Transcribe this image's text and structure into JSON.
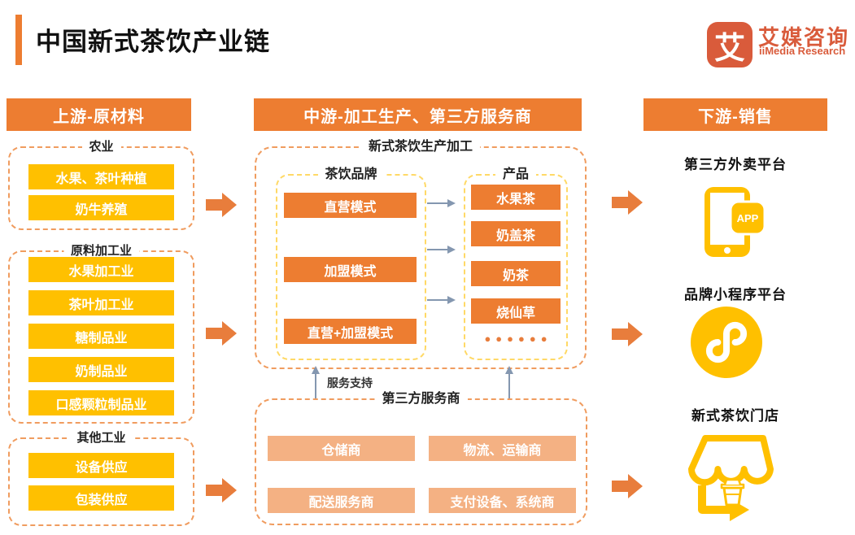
{
  "page": {
    "title": "中国新式茶饮产业链"
  },
  "logo": {
    "badge": "艾",
    "name_cn": "艾媒咨询",
    "name_en": "iiMedia Research"
  },
  "upstream": {
    "header": "上游-原材料",
    "groups": [
      {
        "label": "农业",
        "items": [
          "水果、茶叶种植",
          "奶牛养殖"
        ]
      },
      {
        "label": "原料加工业",
        "items": [
          "水果加工业",
          "茶叶加工业",
          "糖制品业",
          "奶制品业",
          "口感颗粒制品业"
        ]
      },
      {
        "label": "其他工业",
        "items": [
          "设备供应",
          "包装供应"
        ]
      }
    ]
  },
  "midstream": {
    "header": "中游-加工生产、第三方服务商",
    "production": {
      "label": "新式茶饮生产加工",
      "brands": {
        "label": "茶饮品牌",
        "items": [
          "直营模式",
          "加盟模式",
          "直营+加盟模式"
        ]
      },
      "products": {
        "label": "产品",
        "items": [
          "水果茶",
          "奶盖茶",
          "奶茶",
          "烧仙草"
        ],
        "more_dots": "●●●●●●"
      }
    },
    "service_support": "服务支持",
    "third_party": {
      "label": "第三方服务商",
      "items": [
        "仓储商",
        "物流、运输商",
        "配送服务商",
        "支付设备、系统商"
      ]
    }
  },
  "downstream": {
    "header": "下游-销售",
    "channels": [
      {
        "label": "第三方外卖平台",
        "badge": "APP"
      },
      {
        "label": "品牌小程序平台"
      },
      {
        "label": "新式茶饮门店"
      }
    ]
  },
  "colors": {
    "orange": "#ED7D31",
    "yellow": "#FFC000",
    "salmon": "#F4B183",
    "dash_orange": "#F09C5F",
    "dash_yellow": "#FFD966",
    "flow_gray": "#8497B0",
    "brand_red": "#D95B3B"
  }
}
